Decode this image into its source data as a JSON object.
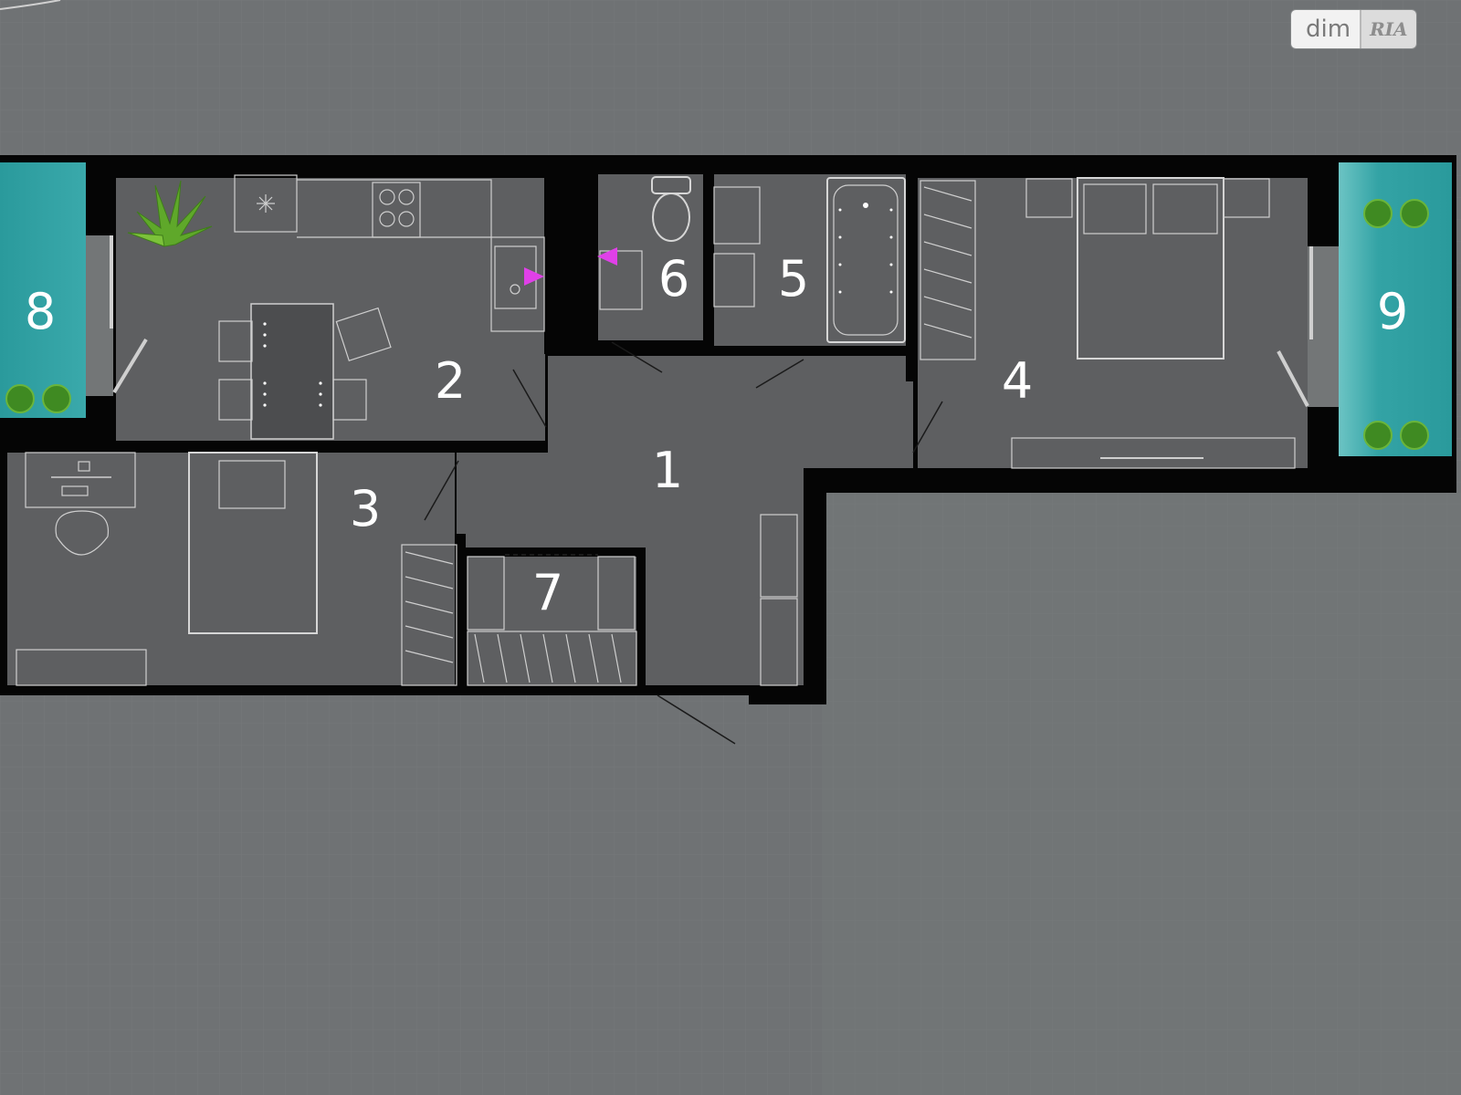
{
  "rooms": [
    {
      "id": "1",
      "label": "1"
    },
    {
      "id": "2",
      "label": "2"
    },
    {
      "id": "3",
      "label": "3"
    },
    {
      "id": "4",
      "label": "4"
    },
    {
      "id": "5",
      "label": "5"
    },
    {
      "id": "6",
      "label": "6"
    },
    {
      "id": "7",
      "label": "7"
    },
    {
      "id": "8",
      "label": "8"
    },
    {
      "id": "9",
      "label": "9"
    }
  ],
  "watermark": {
    "brand": "dim",
    "badge": "RIA"
  },
  "colors": {
    "background": "#6f7274",
    "floor": "#5e5f61",
    "walls": "#050505",
    "balcony": "#2f9e9e",
    "furniture_lines": "#d6d6d6",
    "plant": "#5fa82a",
    "marker": "#e040e8"
  },
  "icons": [
    "plant-icon",
    "toilet-icon",
    "bathtub-icon",
    "sink-icon",
    "stove-icon",
    "bed-icon",
    "armchair-icon",
    "desk-icon",
    "wardrobe-icon",
    "marker-arrow-icon"
  ]
}
